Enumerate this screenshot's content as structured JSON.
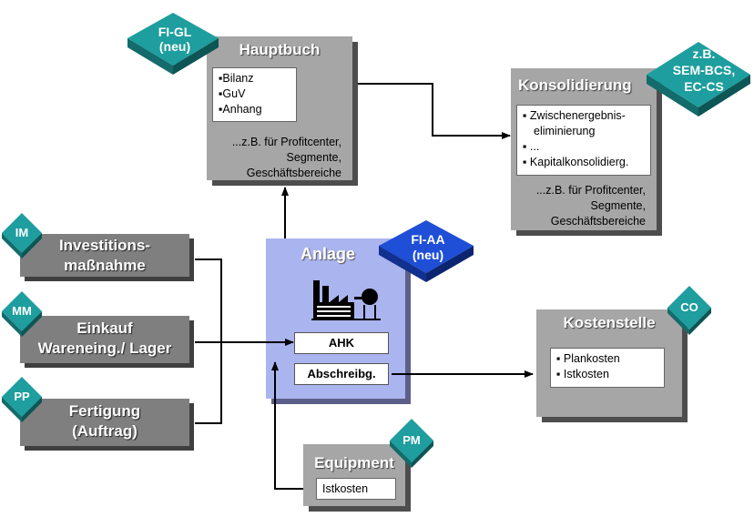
{
  "hauptbuch": {
    "title": "Hauptbuch",
    "items": [
      "▪Bilanz",
      "▪GuV",
      "▪Anhang"
    ],
    "note": [
      "...z.B. für Profitcenter,",
      "Segmente,",
      "Geschäftsbereiche"
    ]
  },
  "fi_gl": {
    "line1": "FI-GL",
    "line2": "(neu)"
  },
  "konsolidierung": {
    "title": "Konsolidierung",
    "items": [
      "▪ Zwischenergebnis-",
      "eliminierung",
      "▪ ...",
      "▪ Kapitalkonsolidierg."
    ],
    "note": [
      "...z.B. für Profitcenter,",
      "Segmente,",
      "Geschäftsbereiche"
    ]
  },
  "sem_bcs": {
    "line1": "z.B.",
    "line2": "SEM-BCS,",
    "line3": "EC-CS"
  },
  "left_boxes": [
    {
      "tag": "IM",
      "line1": "Investitions-",
      "line2": "maßnahme"
    },
    {
      "tag": "MM",
      "line1": "Einkauf",
      "line2": "Wareneing./ Lager"
    },
    {
      "tag": "PP",
      "line1": "Fertigung",
      "line2": "(Auftrag)"
    }
  ],
  "anlage": {
    "title": "Anlage",
    "ahk": "AHK",
    "abschreibung": "Abschreibg."
  },
  "fi_aa": {
    "line1": "FI-AA",
    "line2": "(neu)"
  },
  "kostenstelle": {
    "title": "Kostenstelle",
    "tag": "CO",
    "items": [
      "▪ Plankosten",
      "▪ Istkosten"
    ]
  },
  "equipment": {
    "title": "Equipment",
    "tag": "PM",
    "item": "Istkosten"
  },
  "colors": {
    "teal": "#1e9e9e",
    "teal_dark": "#136b6b",
    "blue": "#1f4fd6",
    "blue_dark": "#123090",
    "anlage_bg": "#aab4ee"
  },
  "icons": {
    "factory": "factory-icon"
  }
}
